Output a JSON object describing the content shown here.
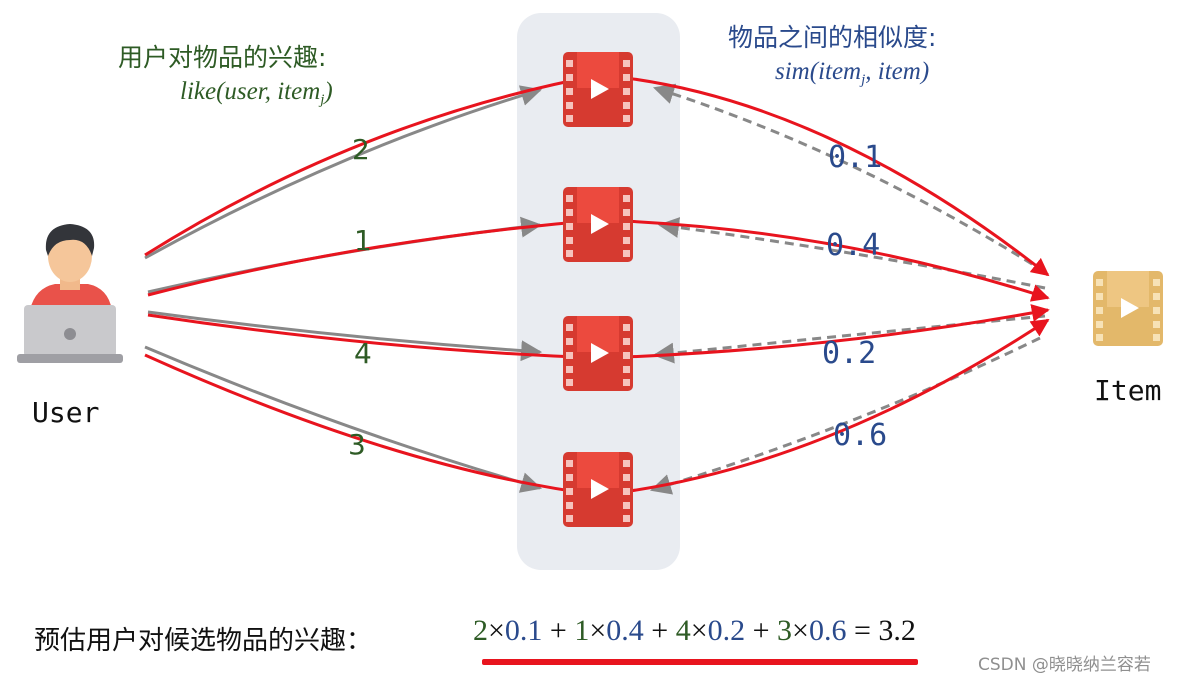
{
  "texts": {
    "interest_title": "用户对物品的兴趣:",
    "interest_fn": "like",
    "interest_args": "user, item",
    "interest_sub": "j",
    "similarity_title": "物品之间的相似度:",
    "similarity_fn": "sim",
    "similarity_arg1": "item",
    "similarity_sub": "j",
    "similarity_arg2": ", item",
    "user_label": "User",
    "item_label": "Item",
    "bottom_prefix": "预估用户对候选物品的兴趣：",
    "watermark": "CSDN @晓晓纳兰容若"
  },
  "weights": [
    "2",
    "1",
    "4",
    "3"
  ],
  "similarities": [
    "0.1",
    "0.4",
    "0.2",
    "0.6"
  ],
  "equation": {
    "terms": [
      {
        "w": "2",
        "s": "0.1"
      },
      {
        "w": "1",
        "s": "0.4"
      },
      {
        "w": "4",
        "s": "0.2"
      },
      {
        "w": "3",
        "s": "0.6"
      }
    ],
    "times": "×",
    "plus": " + ",
    "equals": " = ",
    "result": "3.2"
  },
  "colors": {
    "interest_green": "#2e5b25",
    "similarity_blue": "#2a4a8c",
    "path_red": "#e8141e",
    "arrow_gray": "#888888",
    "video_red": "#d63a30",
    "target_gold": "#e3b86a",
    "panel_gray": "#e9ecf1"
  },
  "icons": {
    "user": "user-laptop-icon",
    "video": "video-icon",
    "target": "target-video-icon"
  }
}
